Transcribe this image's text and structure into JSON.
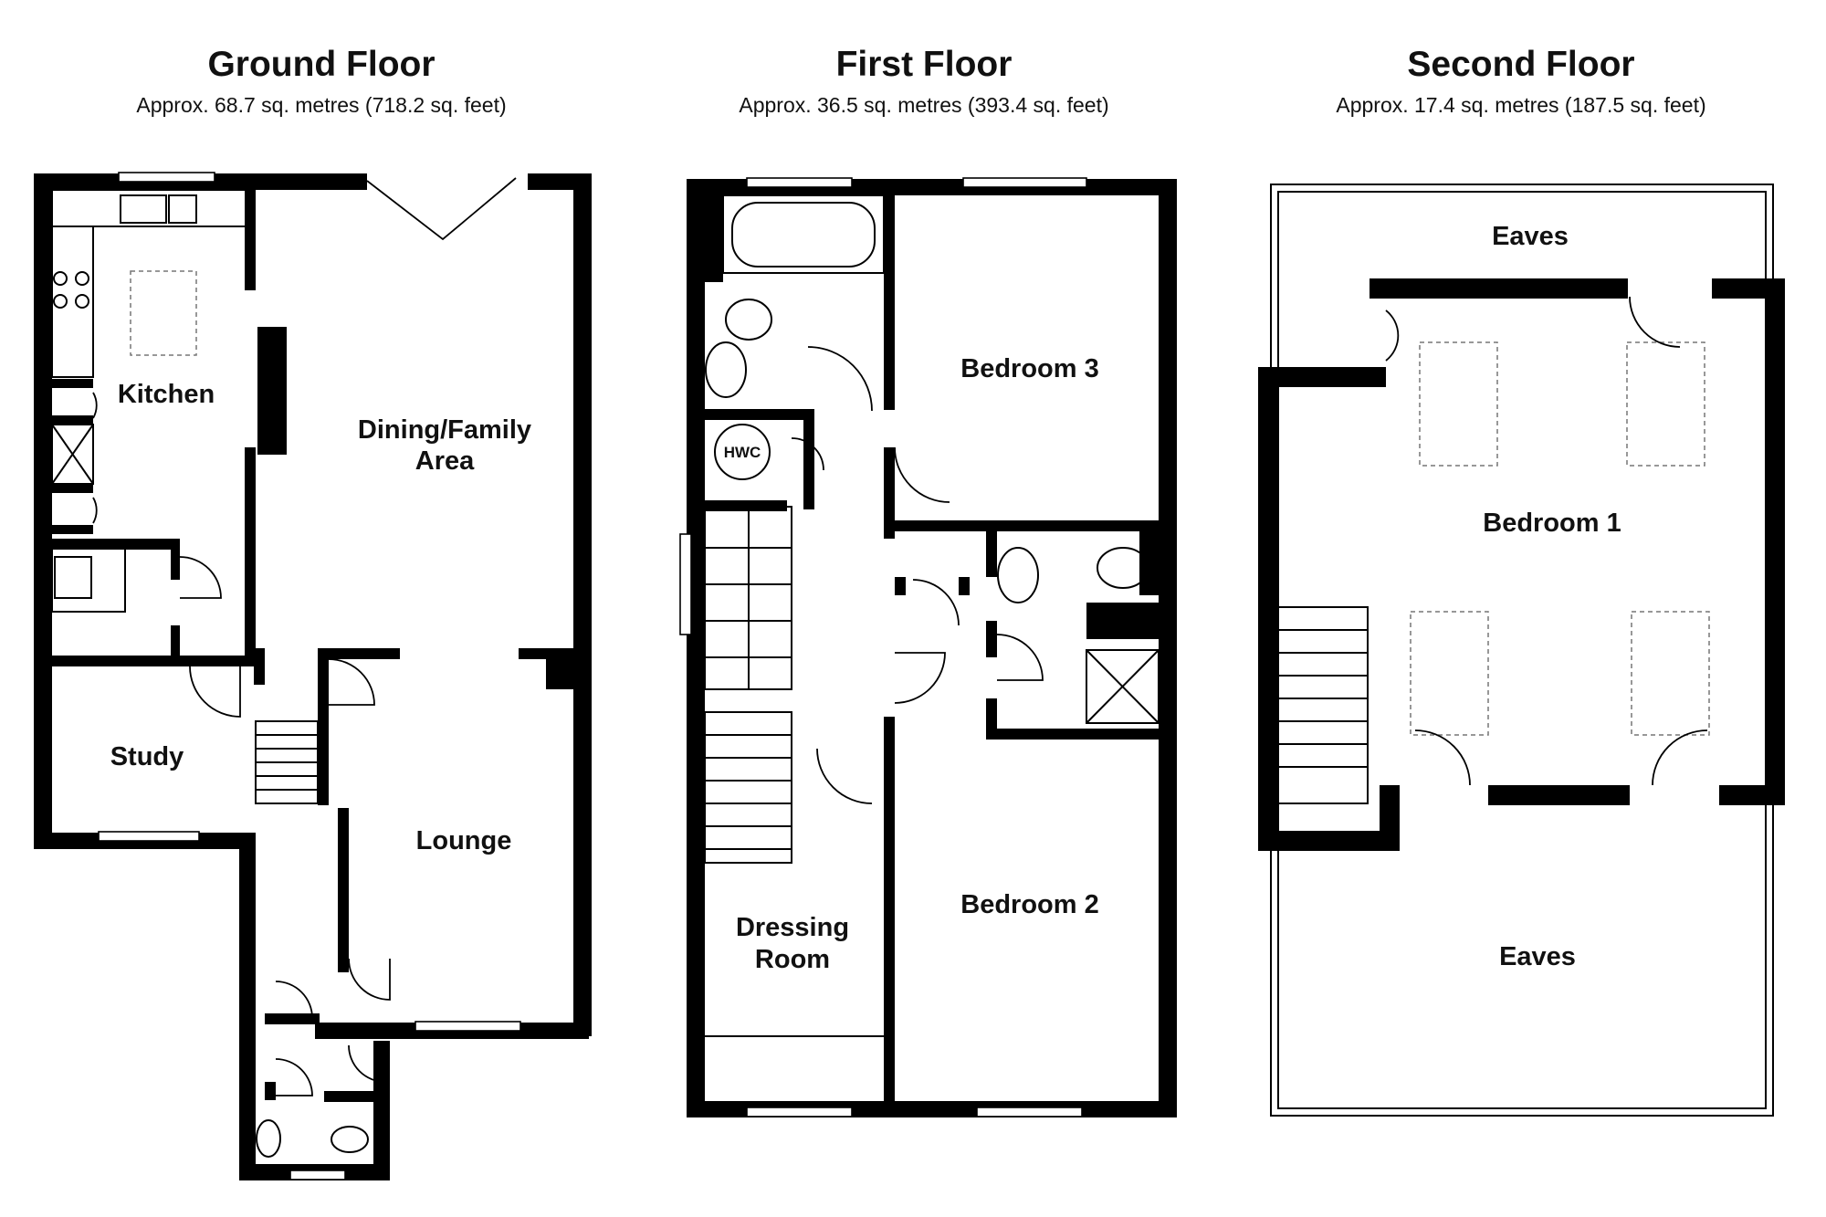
{
  "floors": {
    "ground": {
      "title": "Ground Floor",
      "area": "Approx. 68.7 sq. metres (718.2 sq. feet)"
    },
    "first": {
      "title": "First Floor",
      "area": "Approx. 36.5 sq. metres (393.4 sq. feet)"
    },
    "second": {
      "title": "Second Floor",
      "area": "Approx. 17.4 sq. metres (187.5 sq. feet)"
    }
  },
  "rooms": {
    "kitchen": "Kitchen",
    "dining_line1": "Dining/Family",
    "dining_line2": "Area",
    "study": "Study",
    "lounge": "Lounge",
    "hwc": "HWC",
    "bedroom3": "Bedroom 3",
    "bedroom2": "Bedroom 2",
    "dressing_line1": "Dressing",
    "dressing_line2": "Room",
    "bedroom1": "Bedroom 1",
    "eaves_top": "Eaves",
    "eaves_bottom": "Eaves"
  }
}
